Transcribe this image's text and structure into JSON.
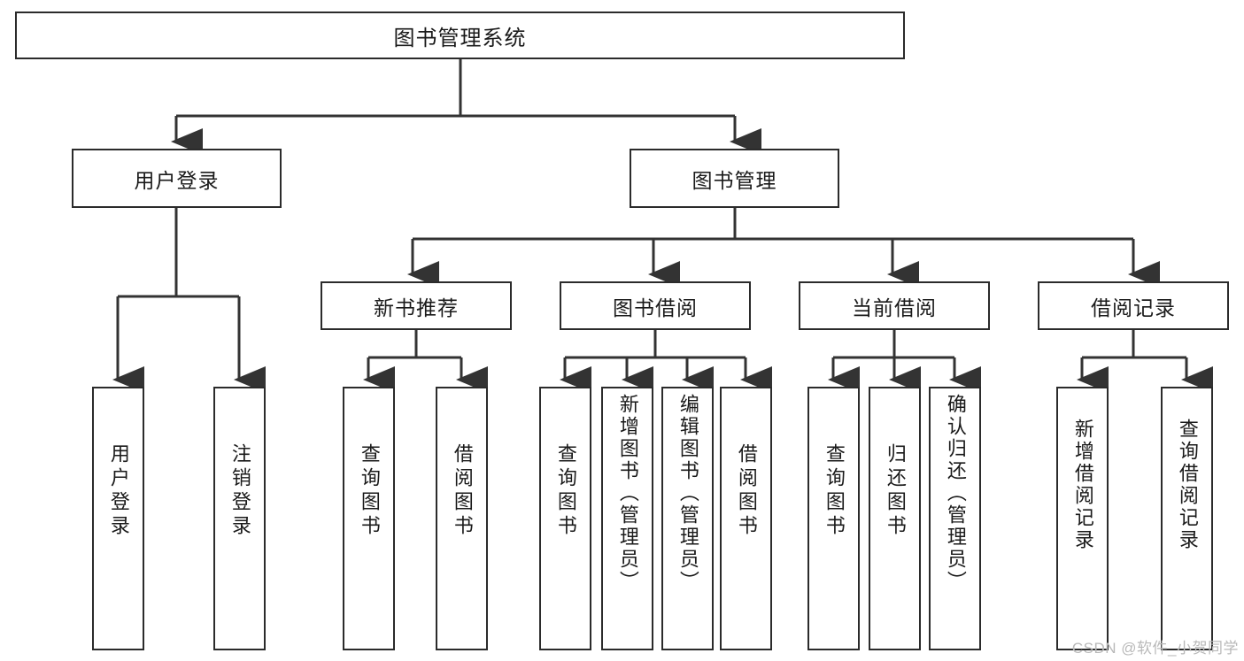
{
  "diagram": {
    "title": "图书管理系统",
    "type": "tree-hierarchy",
    "root": {
      "id": "root",
      "label": "图书管理系统"
    },
    "level2": [
      {
        "id": "user-login",
        "label": "用户登录"
      },
      {
        "id": "book-manage",
        "label": "图书管理"
      }
    ],
    "level3": [
      {
        "id": "new-book-rec",
        "label": "新书推荐"
      },
      {
        "id": "book-borrow",
        "label": "图书借阅"
      },
      {
        "id": "current-borrow",
        "label": "当前借阅"
      },
      {
        "id": "borrow-record",
        "label": "借阅记录"
      }
    ],
    "leaves": {
      "user_login": [
        {
          "id": "leaf-user-login",
          "label": "用户登录"
        },
        {
          "id": "leaf-logout",
          "label": "注销登录"
        }
      ],
      "new_book_rec": [
        {
          "id": "leaf-query-book-1",
          "label": "查询图书"
        },
        {
          "id": "leaf-borrow-book-1",
          "label": "借阅图书"
        }
      ],
      "book_borrow": [
        {
          "id": "leaf-query-book-2",
          "label": "查询图书"
        },
        {
          "id": "leaf-add-book",
          "label": "新增图书（管理员）"
        },
        {
          "id": "leaf-edit-book",
          "label": "编辑图书（管理员）"
        },
        {
          "id": "leaf-borrow-book-2",
          "label": "借阅图书"
        }
      ],
      "current_borrow": [
        {
          "id": "leaf-query-book-3",
          "label": "查询图书"
        },
        {
          "id": "leaf-return-book",
          "label": "归还图书"
        },
        {
          "id": "leaf-confirm-return",
          "label": "确认归还（管理员）"
        }
      ],
      "borrow_record": [
        {
          "id": "leaf-add-record",
          "label": "新增借阅记录"
        },
        {
          "id": "leaf-query-record",
          "label": "查询借阅记录"
        }
      ]
    }
  },
  "watermark": {
    "text": "CSDN @软件_小贺同学"
  },
  "colors": {
    "border": "#2b2b2b",
    "background": "#ffffff",
    "text": "#1a1a1a",
    "edge": "#333333",
    "watermark": "#b9b9b9"
  }
}
